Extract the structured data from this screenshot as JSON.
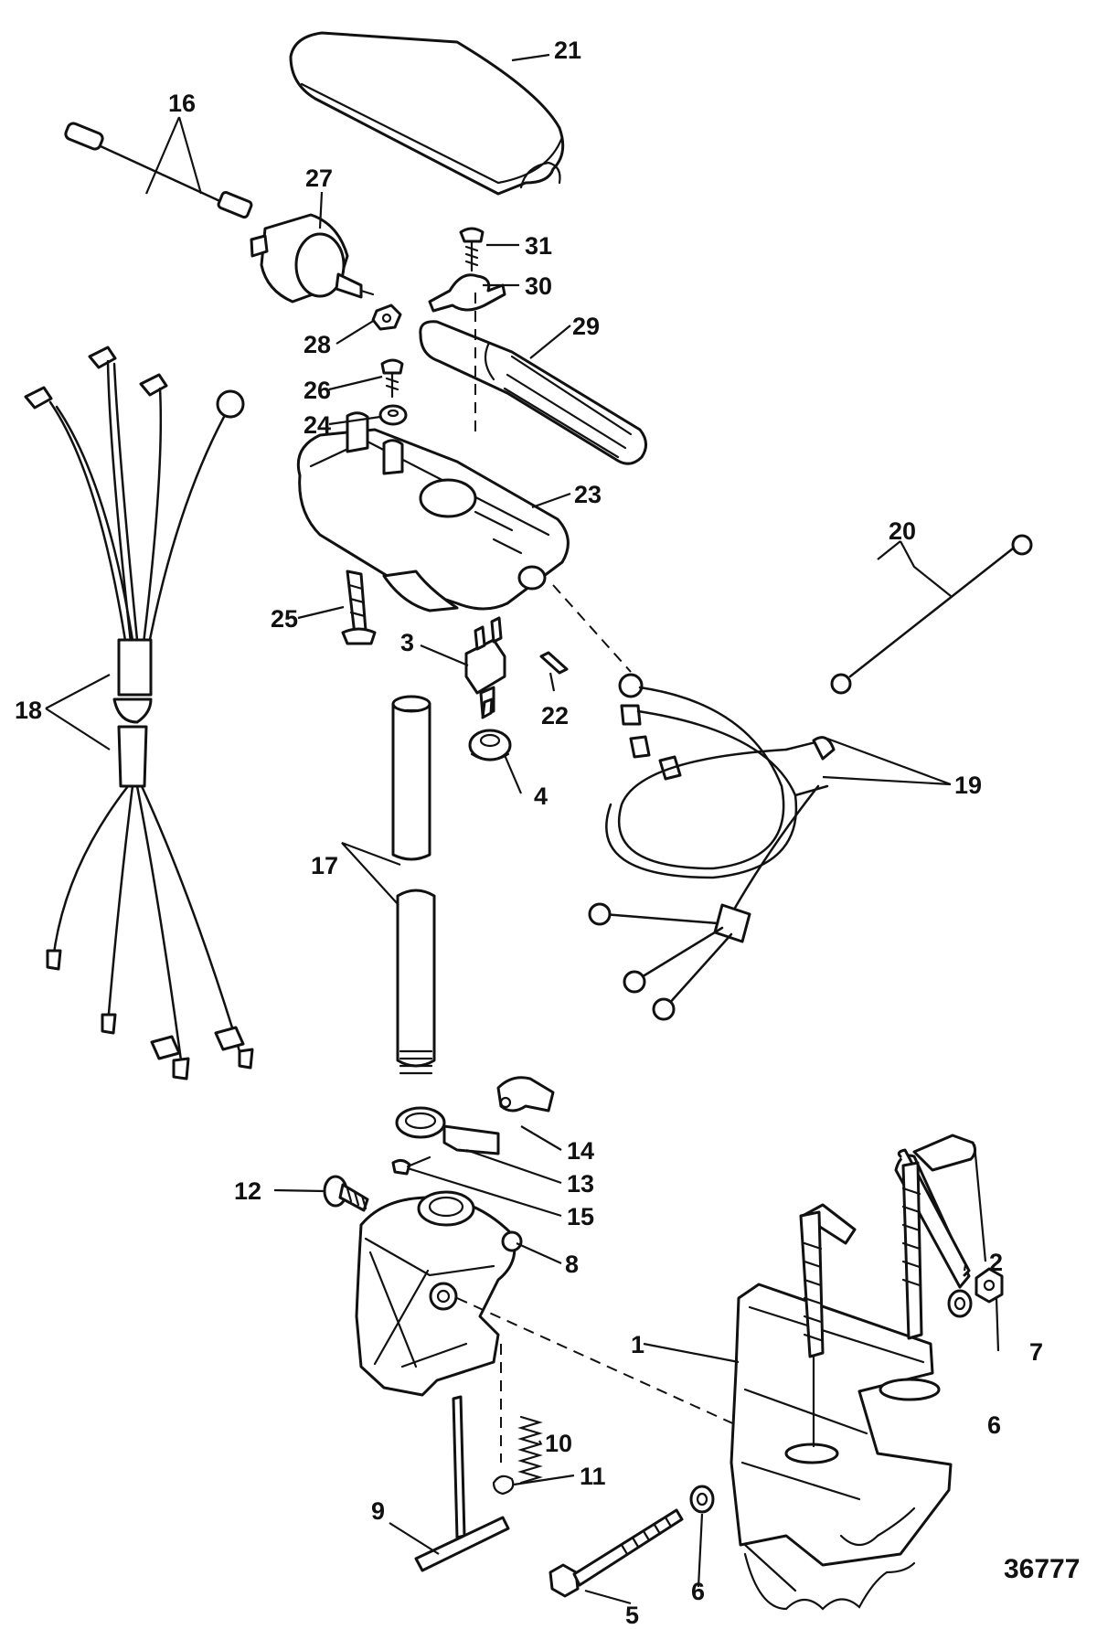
{
  "diagram": {
    "reference_number": "36777",
    "callouts": {
      "c1": "1",
      "c2": "2",
      "c3": "3",
      "c4": "4",
      "c5": "5",
      "c6a": "6",
      "c6b": "6",
      "c7": "7",
      "c8": "8",
      "c9": "9",
      "c10": "10",
      "c11": "11",
      "c12": "12",
      "c13": "13",
      "c14": "14",
      "c15": "15",
      "c16": "16",
      "c17": "17",
      "c18": "18",
      "c19": "19",
      "c20": "20",
      "c21": "21",
      "c22": "22",
      "c23": "23",
      "c24": "24",
      "c25": "25",
      "c26": "26",
      "c27": "27",
      "c28": "28",
      "c29": "29",
      "c30": "30",
      "c31": "31"
    }
  }
}
